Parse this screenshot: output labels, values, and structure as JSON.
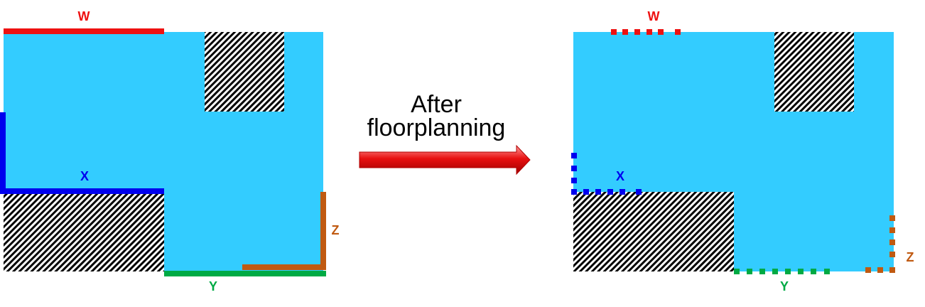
{
  "caption": {
    "line1": "After",
    "line2": "floorplanning"
  },
  "labels": {
    "w": "W",
    "x": "X",
    "y": "Y",
    "z": "Z"
  },
  "colors": {
    "region_fill": "#33CCFF",
    "w": "#EE1111",
    "x": "#0000EE",
    "y": "#00AA44",
    "z": "#C05A11",
    "arrow": "#E81010"
  }
}
